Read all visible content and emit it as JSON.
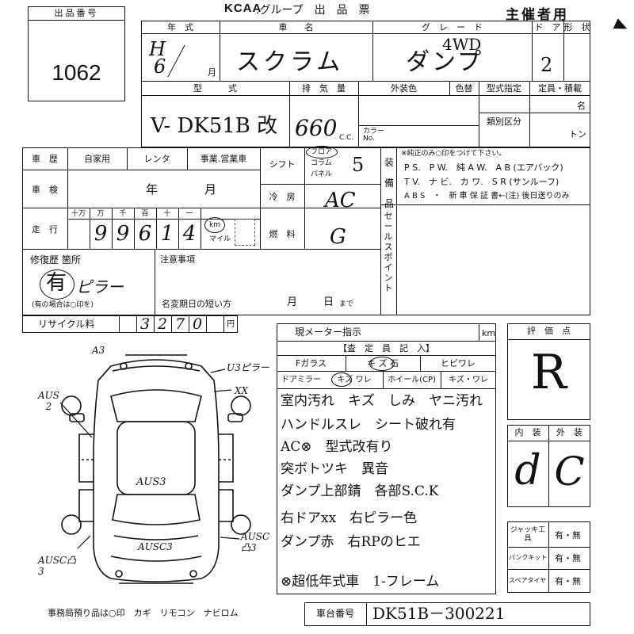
{
  "header": {
    "lot_label": "出品番号",
    "lot_number": "1062",
    "brand": "KCAA",
    "group_title": ".グループ　出　品　票",
    "organizer": "主催者用"
  },
  "row1": {
    "year_label": "年　式",
    "car_name_label": "車　　名",
    "grade_label": "グ　レ　ー　ド",
    "doors_label": "ド　ア",
    "shape_label": "形　状",
    "year_era": "H",
    "year_value": "6",
    "month_mark": "月",
    "car_name": "スクラム",
    "grade_line1": "4WD",
    "grade_line2": "ダンプ",
    "doors": "2"
  },
  "row2": {
    "model_label": "型　　　式",
    "displacement_label": "排　気　量",
    "exterior_color_label": "外装色",
    "color_change_label": "色替",
    "model_designation_label": "型式指定",
    "capacity_label": "定員・積載",
    "capacity_unit_people": "名",
    "category_label": "類別区分",
    "capacity_unit_ton": "トン",
    "model": "V- DK51B 改",
    "displacement": "660",
    "cc": "C.C.",
    "color_no_label": "カラー\nNo."
  },
  "row3": {
    "history_label": "車　歴",
    "private": "自家用",
    "rental": "レンタ",
    "business": "事業.営業車",
    "shift_label": "シフト",
    "shift_floor": "フロア",
    "shift_column": "コラム",
    "shift_panel": "パネル",
    "shift_value": "5",
    "equip_label": "装備品",
    "equip_note": "※純正のみ○印をつけて下さい。",
    "equip_line1": "P S.　P W.　純 A W.　A B (エアバック)",
    "equip_line2": "T V.　ナ ビ.　カ ワ.　S R (サンルーフ)",
    "equip_line3": "A B S　・　新 車 保 証 書←(注) 後日送りのみ",
    "inspection_label": "車　検",
    "inspection_year": "年",
    "inspection_month": "月",
    "ac_label": "冷　房",
    "ac_value": "AC",
    "mileage_label": "走　行",
    "mileage_units": [
      "十万",
      "万",
      "千",
      "百",
      "十",
      "一"
    ],
    "mileage_digits": [
      "9",
      "9",
      "6",
      "1",
      "4"
    ],
    "km": "km",
    "mile": "マイル",
    "fuel_label": "燃　料",
    "fuel_value": "G",
    "sales_point_label": "セールスポイント"
  },
  "row4": {
    "repair_label": "修復歴 箇所",
    "repair_value": "有",
    "repair_note": "ピラー",
    "repair_hint": "(有の場合は○印を)",
    "notes_label": "注意事項",
    "name_change_label": "名変期日の短い方",
    "name_change_month": "月",
    "name_change_day": "日",
    "name_change_until": "まで"
  },
  "recycle": {
    "label": "リサイクル料",
    "digits": [
      "3",
      "2",
      "7",
      "0"
    ],
    "unit": "円"
  },
  "inspector": {
    "meter_label": "現メーター指示",
    "meter_unit": "km",
    "section_title": "【査　定　員　記　入】",
    "f_glass": "Fガラス",
    "f_glass_options": "キ ズ 石",
    "crack": "ヒビワレ",
    "door_mirror": "ドアミラー",
    "door_mirror_options": "キズ ワレ",
    "wheel": "ホイール(CP)",
    "wheel_options": "キズ・ワレ",
    "notes": [
      "室内汚れ　キズ　しみ　ヤニ汚れ",
      "ハンドルスレ　シート破れ有",
      "AC⊗　型式改有り",
      "突ボトツキ　異音",
      "ダンプ上部錆　各部S.C.K",
      "右ドアxx　右ピラー色",
      "ダンプ赤　右RPのヒエ",
      "⊗超低年式車　1-フレーム"
    ]
  },
  "evaluation": {
    "label": "評　価　点",
    "score": "R",
    "interior_label": "内　装",
    "exterior_label": "外　装",
    "interior": "d",
    "exterior": "C"
  },
  "tools": {
    "jack_label": "ジャッキ工　具",
    "puncture_label": "パンクキット",
    "spare_label": "スペアタイヤ",
    "option": "有・無"
  },
  "diagram_marks": {
    "a3_top": "A3",
    "u3_pillar": "U3ピラー",
    "xx": "XX",
    "au_s_left": "AUS\n2",
    "au_s_center": "AUS3",
    "au_sc_center": "AUSC3",
    "au_sc_right": "AUSC\n凸3",
    "au_sc_left": "AUSC凸\n3"
  },
  "footer": {
    "office_note": "事務局預り品は○印　カギ　リモコン　ナビロム",
    "chassis_label": "車台番号",
    "chassis_number": "DK51B－300221"
  }
}
